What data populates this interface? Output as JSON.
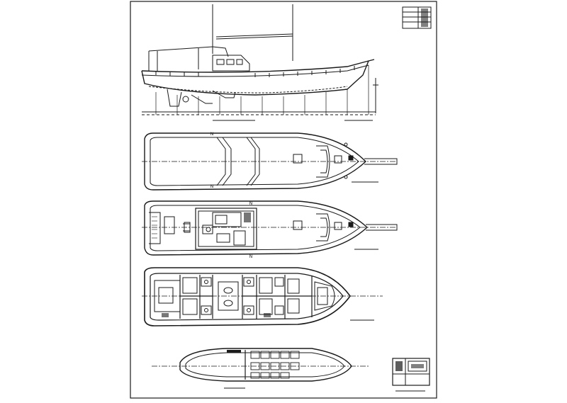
{
  "drawing": {
    "title_block_top": {
      "lines": [
        "",
        "",
        "",
        ""
      ]
    },
    "title_block_bottom": {
      "caption": ""
    },
    "views": [
      {
        "id": "side-profile",
        "caption": ""
      },
      {
        "id": "main-deck-plan",
        "caption": ""
      },
      {
        "id": "upper-deck-plan",
        "caption": ""
      },
      {
        "id": "lower-deck-accommodation",
        "caption": ""
      },
      {
        "id": "tank-plan",
        "caption": ""
      }
    ],
    "section_marks": [
      "N",
      "N",
      "N",
      "N"
    ]
  },
  "colors": {
    "ink": "#1a1a1a",
    "paper": "#ffffff",
    "border": "#222222"
  }
}
